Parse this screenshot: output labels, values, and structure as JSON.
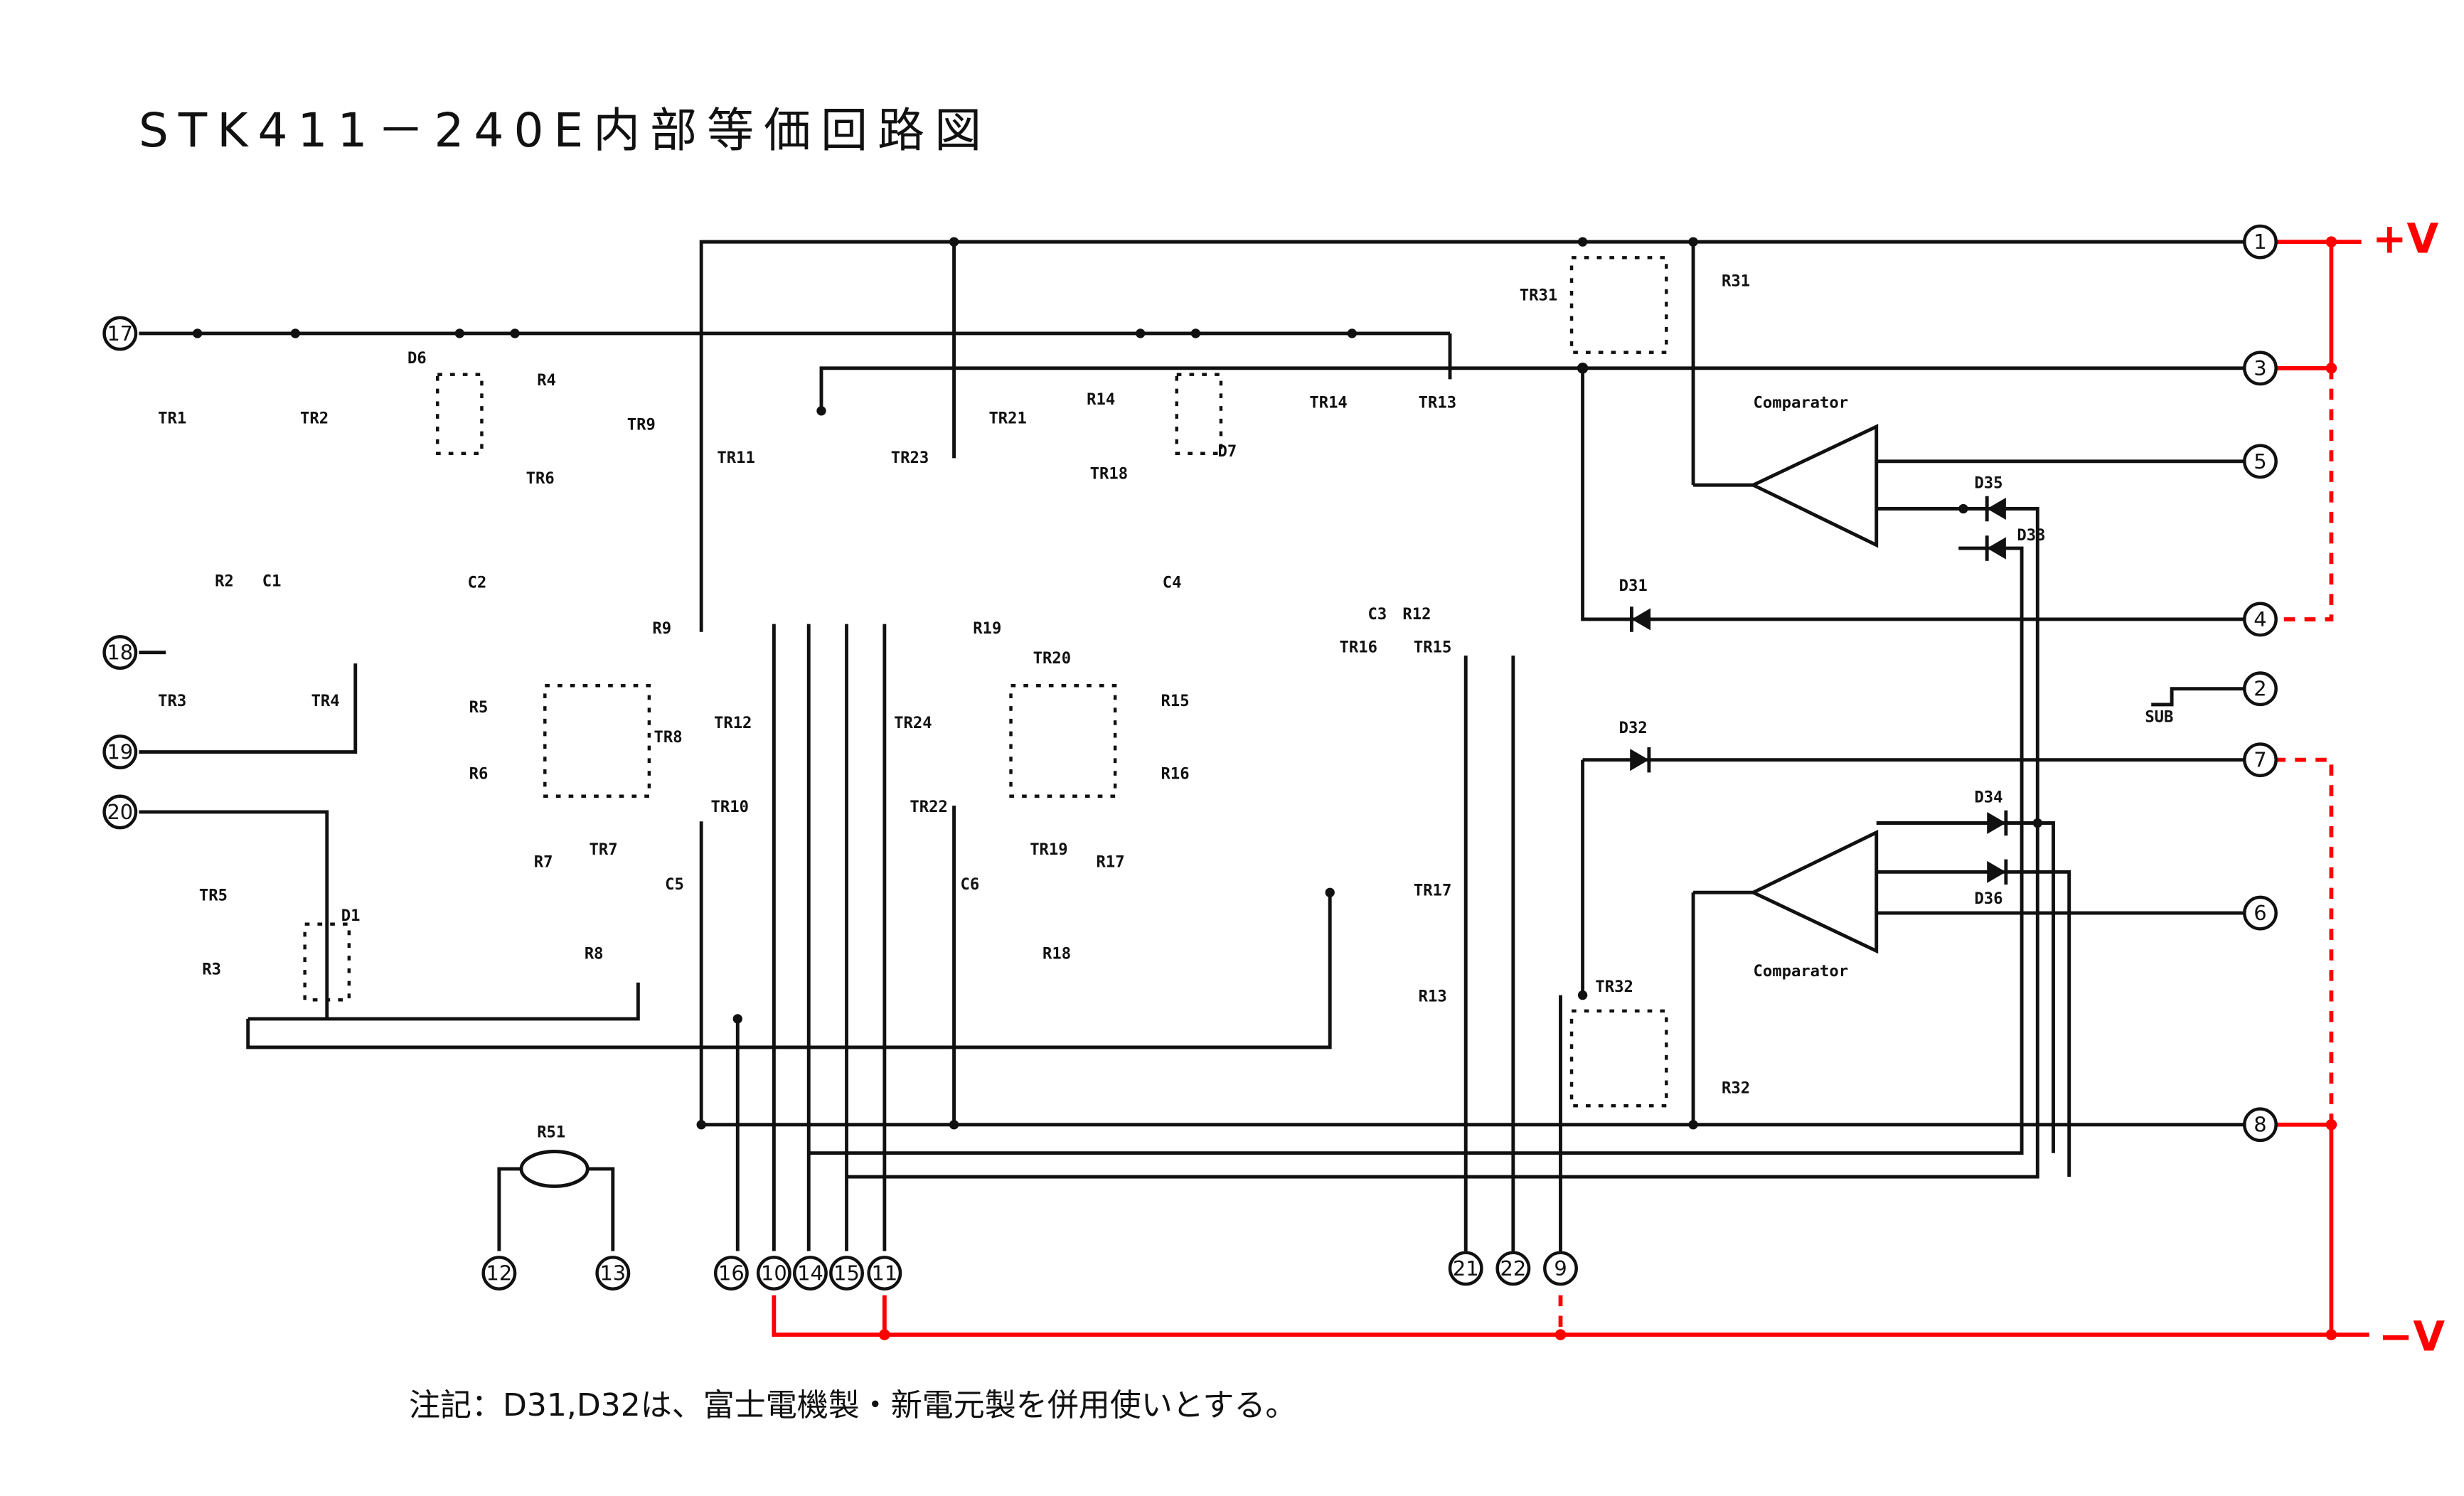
{
  "title": "STK411－240E内部等価回路図",
  "note": "注記：D31,D32は、富士電機製・新電元製を併用使いとする。",
  "colors": {
    "wire": "#111111",
    "supply": "#ff0000"
  },
  "supply_labels": {
    "positive": "+V",
    "negative": "−V"
  },
  "pins": [
    "1",
    "2",
    "3",
    "4",
    "5",
    "6",
    "7",
    "8",
    "9",
    "10",
    "11",
    "12",
    "13",
    "14",
    "15",
    "16",
    "17",
    "18",
    "19",
    "20",
    "21",
    "22"
  ],
  "components": {
    "transistors": [
      "TR1",
      "TR2",
      "TR3",
      "TR4",
      "TR5",
      "TR6",
      "TR7",
      "TR8",
      "TR9",
      "TR10",
      "TR11",
      "TR12",
      "TR13",
      "TR14",
      "TR15",
      "TR16",
      "TR17",
      "TR18",
      "TR19",
      "TR20",
      "TR21",
      "TR22",
      "TR23",
      "TR24",
      "TR31",
      "TR32"
    ],
    "resistors": [
      "R2",
      "R3",
      "R4",
      "R5",
      "R6",
      "R7",
      "R8",
      "R9",
      "R12",
      "R13",
      "R14",
      "R15",
      "R16",
      "R17",
      "R18",
      "R19",
      "R31",
      "R32",
      "R51"
    ],
    "capacitors": [
      "C1",
      "C2",
      "C3",
      "C4",
      "C5",
      "C6"
    ],
    "diodes": [
      "D1",
      "D6",
      "D7",
      "D31",
      "D32",
      "D33",
      "D34",
      "D35",
      "D36"
    ],
    "blocks": [
      "Comparator",
      "Comparator"
    ],
    "sub_label": "SUB"
  }
}
